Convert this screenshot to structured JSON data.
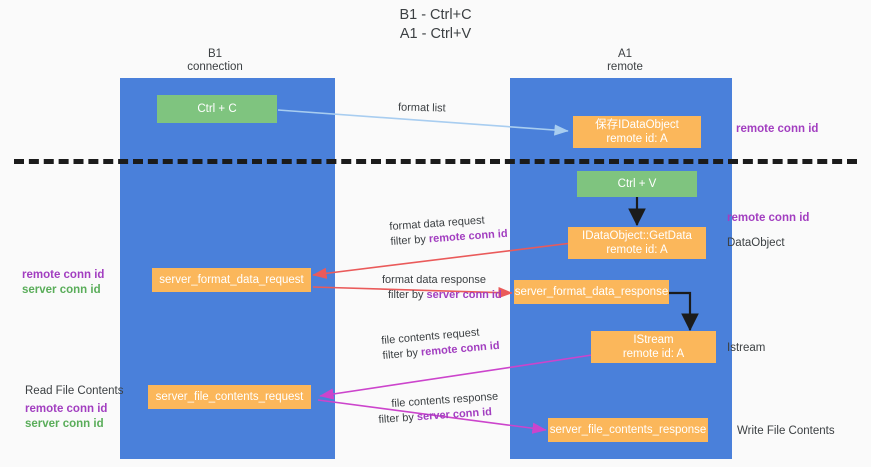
{
  "title": {
    "line1": "B1 - Ctrl+C",
    "line2": "A1 - Ctrl+V"
  },
  "columns": [
    {
      "name": "B1",
      "role": "connection"
    },
    {
      "name": "A1",
      "role": "remote"
    }
  ],
  "legend": {
    "remote_conn_id": "remote conn id",
    "server_conn_id": "server conn id"
  },
  "colors": {
    "lane": "#4a80da",
    "green_box": "#7fc47f",
    "orange_box": "#fbb75b",
    "remote_conn_id": "#a23ec0",
    "server_conn_id": "#5aad5a",
    "format_list_arrow": "#a8cdf0",
    "format_data_arrow": "#ea5a5a",
    "file_contents_arrow": "#cc44cc",
    "black_arrow": "#1b1b1b",
    "divider": "#1b1b1b",
    "background": "#fafafa"
  },
  "nodes": {
    "ctrl_c": {
      "label": "Ctrl + C"
    },
    "save_idataobject": {
      "line1": "保存IDataObject",
      "line2": "remote id: A"
    },
    "ctrl_v": {
      "label": "Ctrl + V"
    },
    "getdata": {
      "line1": "IDataObject::GetData",
      "line2": "remote id: A"
    },
    "server_format_data_request": {
      "label": "server_format_data_request"
    },
    "server_format_data_response": {
      "label": "server_format_data_response"
    },
    "istream": {
      "line1": "IStream",
      "line2": "remote id: A"
    },
    "server_file_contents_request": {
      "label": "server_file_contents_request"
    },
    "server_file_contents_response": {
      "label": "server_file_contents_response"
    }
  },
  "right_labels": {
    "remote_conn_id_top": "remote conn id",
    "remote_conn_id_mid": "remote conn id",
    "dataobject": "DataObject",
    "istream": "Istream",
    "write_file_contents": "Write File Contents"
  },
  "left_labels": {
    "read_file_contents": "Read File Contents"
  },
  "flows": {
    "format_list": {
      "label": "format list"
    },
    "format_data_request": {
      "label": "format data request",
      "filter_prefix": "filter by ",
      "filter_key": "remote conn id"
    },
    "format_data_response": {
      "label": "format data response",
      "filter_prefix": "filter by ",
      "filter_key": "server conn id"
    },
    "file_contents_request": {
      "label": "file contents request",
      "filter_prefix": "filter by ",
      "filter_key": "remote conn id"
    },
    "file_contents_response": {
      "label": "file contents response",
      "filter_prefix": "filter by ",
      "filter_key": "server conn id"
    }
  }
}
